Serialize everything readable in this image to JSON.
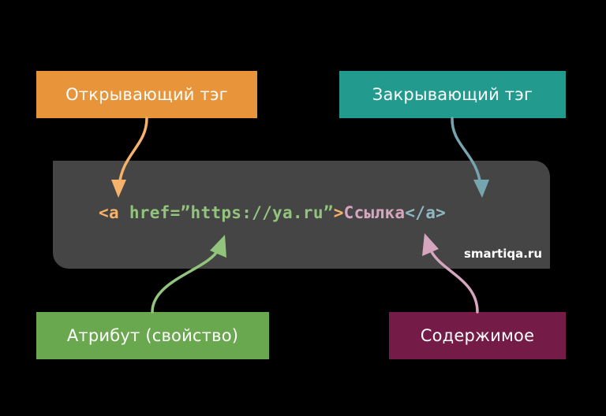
{
  "labels": {
    "opening_tag": "Открывающий тэг",
    "closing_tag": "Закрывающий тэг",
    "attribute": "Атрибут (свойство)",
    "content": "Содержимое"
  },
  "code": {
    "open_bracket": "<a",
    "attr_space": " ",
    "attribute": "href=”https://ya.ru”",
    "open_close": ">",
    "content": "Ссылка",
    "closing_tag": "</a>"
  },
  "watermark": "smartiqa.ru",
  "colors": {
    "background": "#000000",
    "panel": "#454545",
    "opening_tag": "#e8943a",
    "closing_tag": "#229a8d",
    "attribute": "#6aa84f",
    "content": "#741b47",
    "arrow_opening": "#f6b26b",
    "arrow_closing": "#76a5af",
    "arrow_attribute": "#93c47d",
    "arrow_content": "#d5a6bd",
    "code_tag": "#f6b26b",
    "code_attr": "#93c47d",
    "code_content": "#d5a6bd",
    "code_close": "#8fb8c0"
  }
}
